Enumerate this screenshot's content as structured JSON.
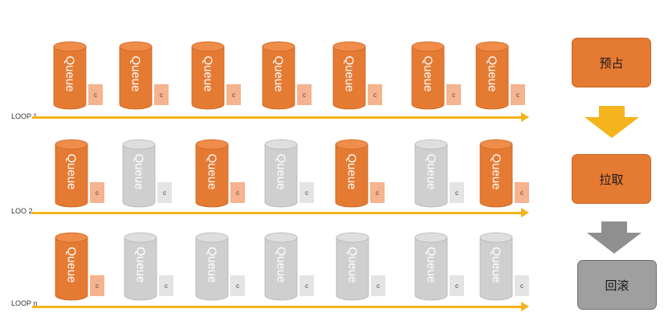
{
  "rows": [
    {
      "label": "LOOP 1",
      "cells": [
        {
          "queue": "Queue",
          "state": "active",
          "c": "c"
        },
        {
          "queue": "Queue",
          "state": "active",
          "c": "c"
        },
        {
          "queue": "Queue",
          "state": "active",
          "c": "c"
        },
        {
          "queue": "Queue",
          "state": "active",
          "c": "c"
        },
        {
          "queue": "Queue",
          "state": "active",
          "c": "c"
        },
        {
          "queue": "Queue",
          "state": "active",
          "c": "c"
        },
        {
          "queue": "Queue",
          "state": "active",
          "c": "c"
        }
      ]
    },
    {
      "label": "LOO 2",
      "cells": [
        {
          "queue": "Queue",
          "state": "active",
          "c": "c"
        },
        {
          "queue": "Queue",
          "state": "inactive",
          "c": "c"
        },
        {
          "queue": "Queue",
          "state": "active",
          "c": "c"
        },
        {
          "queue": "Queue",
          "state": "inactive",
          "c": "c"
        },
        {
          "queue": "Queue",
          "state": "active",
          "c": "c"
        },
        {
          "queue": "Queue",
          "state": "inactive",
          "c": "c"
        },
        {
          "queue": "Queue",
          "state": "active",
          "c": "c"
        }
      ]
    },
    {
      "label": "LOOP n",
      "cells": [
        {
          "queue": "Queue",
          "state": "active",
          "c": "c"
        },
        {
          "queue": "Queue",
          "state": "inactive",
          "c": "c"
        },
        {
          "queue": "Queue",
          "state": "inactive",
          "c": "c"
        },
        {
          "queue": "Queue",
          "state": "inactive",
          "c": "c"
        },
        {
          "queue": "Queue",
          "state": "inactive",
          "c": "c"
        },
        {
          "queue": "Queue",
          "state": "inactive",
          "c": "c"
        },
        {
          "queue": "Queue",
          "state": "inactive",
          "c": "c"
        }
      ]
    }
  ],
  "steps": [
    {
      "label": "预占",
      "style": "orange"
    },
    {
      "label": "拉取",
      "style": "orange"
    },
    {
      "label": "回滚",
      "style": "gray"
    }
  ],
  "step_arrows": [
    {
      "color": "#f5b31c"
    },
    {
      "color": "#8f8f8f"
    }
  ],
  "colors": {
    "queue_active": "#e57a33",
    "queue_active_top": "#f08c4a",
    "queue_inactive": "#cfcfcf",
    "queue_inactive_top": "#dedede",
    "arrow": "#f5b31c"
  }
}
